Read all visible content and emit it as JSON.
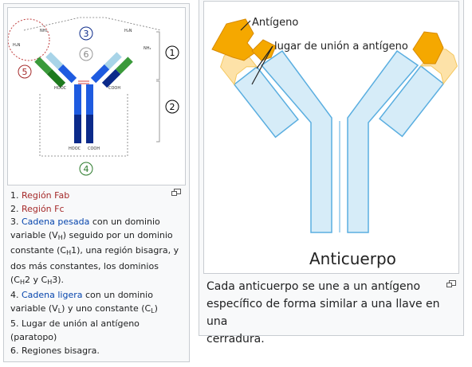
{
  "left_figure": {
    "labels": {
      "nh2": "NH₂",
      "h2n": "H₂N",
      "hooc": "HOOC",
      "cooh": "COOH",
      "n1": "1",
      "n2": "2",
      "n3": "3",
      "n4": "4",
      "n5": "5",
      "n6": "6"
    },
    "colors": {
      "heavy_dark": "#0b2a8a",
      "heavy_light": "#1e5be0",
      "light_chain": "#3a9a3a",
      "light_chain_pale": "#a8d4e8",
      "label_red": "#a52a2a",
      "label_blue": "#0b2a8a",
      "label_green": "#2a7a2a"
    },
    "caption": {
      "l1": {
        "prefix": "1. ",
        "link": "Región Fab"
      },
      "l2": {
        "prefix": "2. ",
        "link": "Región Fc"
      },
      "l3": {
        "prefix": "3. ",
        "link": "Cadena pesada",
        "rest": " con un dominio"
      },
      "l4": {
        "a": "variable (V",
        "sub": "H",
        "b": ") seguido por un dominio"
      },
      "l5": {
        "a": "constante (C",
        "sub": "H",
        "b": "1), una región bisagra, y"
      },
      "l6": {
        "text": "dos más constantes, los dominios"
      },
      "l7": {
        "a": "(C",
        "sub1": "H",
        "b": "2 y C",
        "sub2": "H",
        "c": "3)."
      },
      "l8": {
        "prefix": "4. ",
        "link": "Cadena ligera",
        "rest": " con un dominio"
      },
      "l9": {
        "a": "variable (V",
        "sub1": "L",
        "b": ") y uno constante (C",
        "sub2": "L",
        "c": ")"
      },
      "l10": {
        "text": "5. Lugar de unión al antígeno"
      },
      "l11": {
        "text": "(paratopo)"
      },
      "l12": {
        "text": "6. Regiones bisagra."
      }
    }
  },
  "right_figure": {
    "labels": {
      "antigen": "Antígeno",
      "binding_site": "lugar de unión a antígeno",
      "title": "Anticuerpo"
    },
    "colors": {
      "antigen": "#f5a800",
      "antigen_pale": "#fde2a8",
      "antibody_fill": "#d6ecf8",
      "antibody_stroke": "#5aaee0"
    },
    "caption": {
      "l1": "Cada anticuerpo se une a un antígeno",
      "l2": "específico de forma similar a una llave en una",
      "l3": "cerradura."
    }
  }
}
